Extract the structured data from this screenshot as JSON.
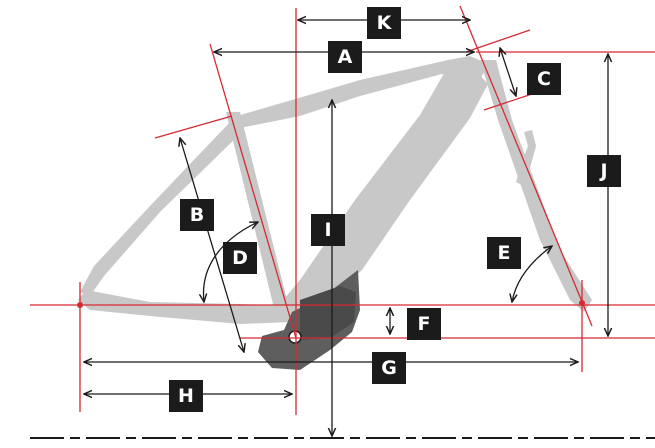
{
  "labels": {
    "A": "A",
    "B": "B",
    "C": "C",
    "D": "D",
    "E": "E",
    "F": "F",
    "G": "G",
    "H": "H",
    "I": "I",
    "J": "J",
    "K": "K"
  },
  "colors": {
    "frame": "#c8c8c8",
    "motor": "#5e5e5e",
    "line": "#d42a33",
    "arrow": "#1b1b1b",
    "label_bg": "#1b1b1b",
    "label_text": "#ffffff"
  }
}
